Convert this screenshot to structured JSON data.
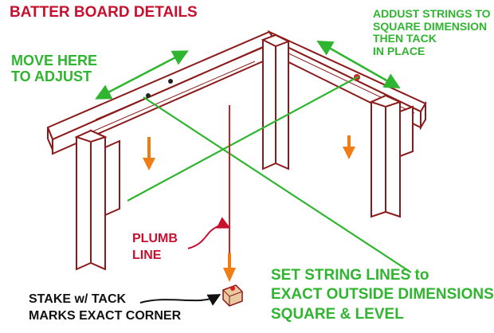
{
  "title": "BATTER BOARD DETAILS",
  "labels": {
    "move_here": "MOVE HERE\nTO ADJUST",
    "adjust_strings": "ADDUST STRINGS TO\nSQUARE DIMENSION\nTHEN TACK\nIN PLACE",
    "plumb_line": "PLUMB\nLINE",
    "set_string_lines": "SET STRING LINES to\nEXACT OUTSIDE DIMENSIONS\nSQUARE & LEVEL",
    "stake": "STAKE w/ TACK\nMARKS EXACT CORNER"
  },
  "colors": {
    "title": "#c8102e",
    "annotation_green": "#2fb52f",
    "annotation_red": "#c8102e",
    "board_outline": "#8b1a1a",
    "arrow_orange": "#f07c14",
    "string_red": "#d42020",
    "stake_fill": "#e8c9a0"
  },
  "icons": [
    "double-arrow-icon",
    "down-arrow-icon",
    "curved-arrow-icon",
    "stake-icon"
  ]
}
